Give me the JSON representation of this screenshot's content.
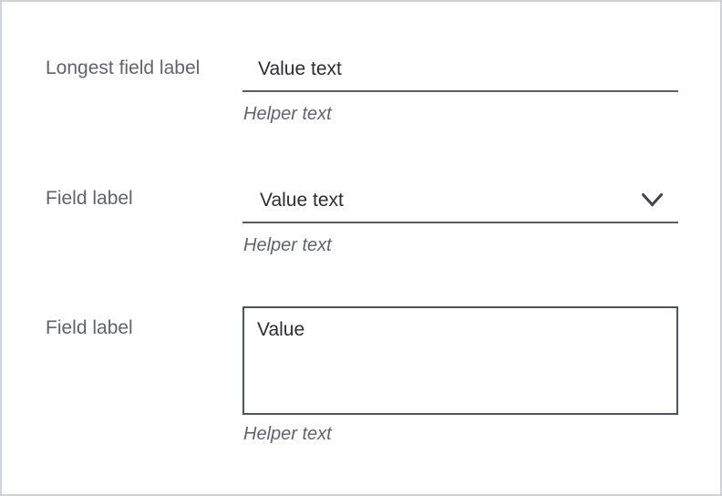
{
  "colors": {
    "frame_border": "#ced3d9",
    "label_text": "#5e646e",
    "value_text": "#2b2d33",
    "helper_text": "#5e646e",
    "input_underline": "#595f69",
    "textarea_border": "#4d545e",
    "chevron": "#3d4450"
  },
  "form": {
    "fields": [
      {
        "label": "Longest field label",
        "type": "text-input",
        "value": "Value text",
        "helper": "Helper text"
      },
      {
        "label": "Field label",
        "type": "select",
        "value": "Value text",
        "helper": "Helper text"
      },
      {
        "label": "Field label",
        "type": "textarea",
        "value": "Value",
        "helper": "Helper text"
      }
    ]
  }
}
